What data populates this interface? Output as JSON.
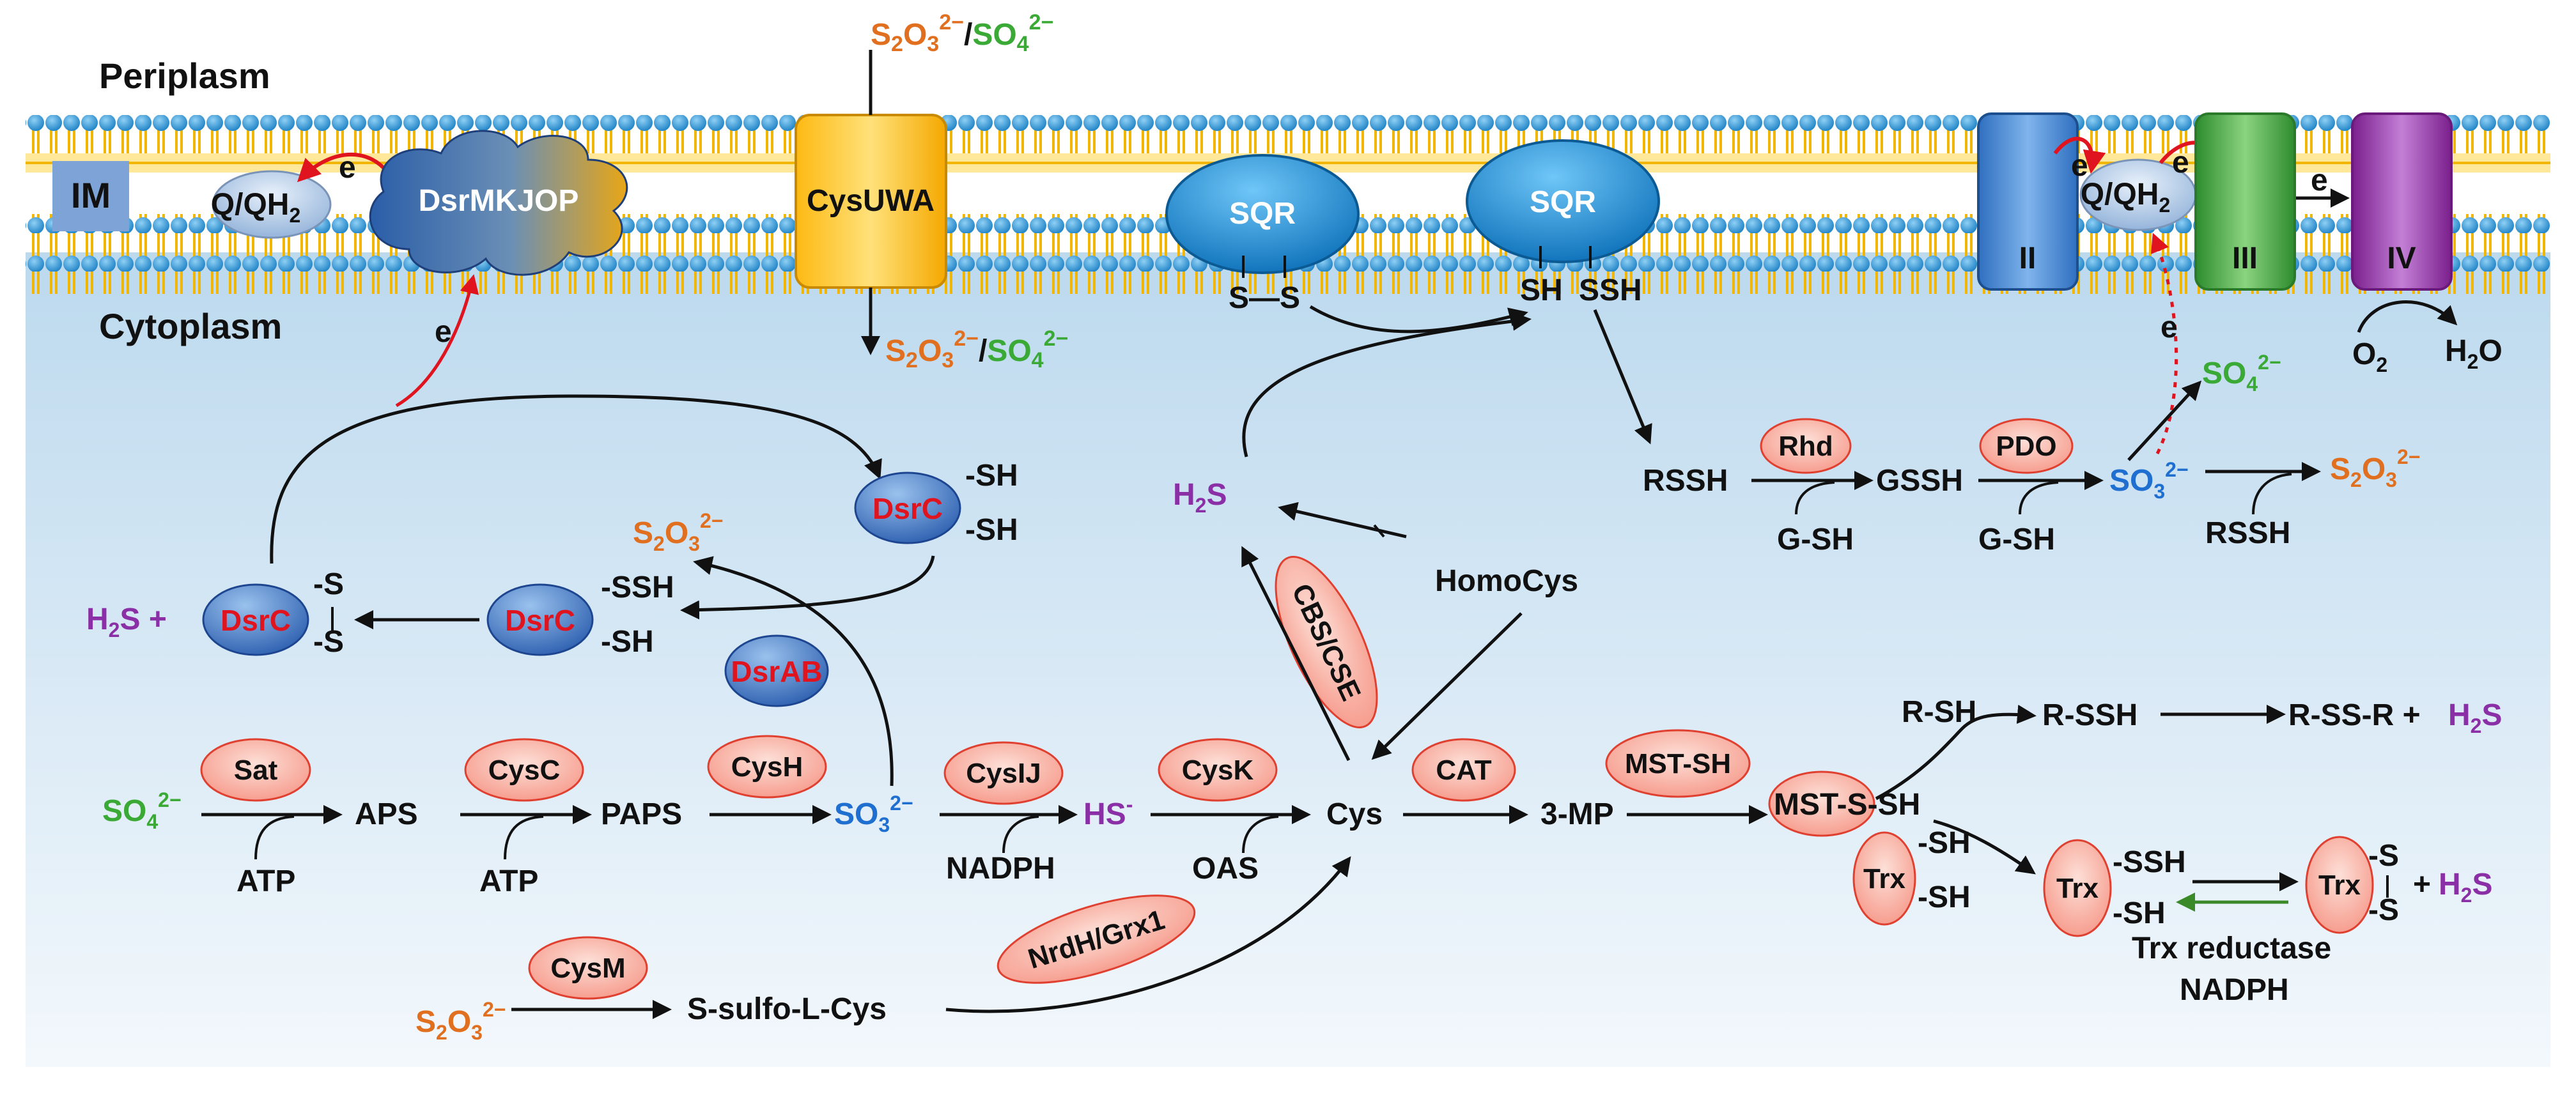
{
  "compartments": {
    "periplasm": "Periplasm",
    "cytoplasm": "Cytoplasm",
    "im": "IM"
  },
  "membrane": {
    "quinone": "Q/QH",
    "quinone_sub": "2",
    "dsrmkjop": "DsrMKJOP",
    "cysuwa": "CysUWA",
    "sqr1": "SQR",
    "sqr2": "SQR",
    "sqr1_state": "S—S",
    "sqr2_sh": "SH",
    "sqr2_ssh": "SSH",
    "complex2": "II",
    "complex3": "III",
    "complex4": "IV",
    "quinone2": "Q/QH",
    "quinone2_sub": "2"
  },
  "electrons": {
    "e": "e"
  },
  "dsr_cycle": {
    "dsrc": "DsrC",
    "dsrab": "DsrAB",
    "sh": "-SH",
    "ssh": "-SSH",
    "s": "-S",
    "h2s_plus": "H",
    "h2s_plus_rest": "S  +",
    "thiosulfate": "S"
  },
  "assimilation": {
    "so4": "SO",
    "so4_sub": "4",
    "so4_sup": "2−",
    "aps": "APS",
    "paps": "PAPS",
    "so3": "SO",
    "so3_sub": "3",
    "so3_sup": "2−",
    "hs": "HS",
    "hs_sup": "-",
    "cys": "Cys",
    "mp3": "3-MP",
    "mst_s_sh": "MST-S-SH",
    "atp1": "ATP",
    "atp2": "ATP",
    "nadph": "NADPH",
    "oas": "OAS",
    "sat": "Sat",
    "cysc": "CysC",
    "cysh": "CysH",
    "cysij": "CysIJ",
    "cysk": "CysK",
    "cat": "CAT",
    "mstsh": "MST-SH",
    "cbs_cse": "CBS/CSE",
    "nrdh": "NrdH/Grx1",
    "cysm": "CysM",
    "s_sulfo": "S-sulfo-L-Cys",
    "h2s": "H",
    "h2s_rest": "S",
    "homocys": "HomoCys"
  },
  "transport": {
    "s2o3": "S",
    "s2o3_sub1": "2",
    "s2o3_o": "O",
    "s2o3_sub2": "3",
    "s2o3_sup": "2−",
    "slash": "/",
    "so4": "SO",
    "so4_sub": "4",
    "so4_sup": "2−"
  },
  "oxidation": {
    "rssh": "RSSH",
    "gssh": "GSSH",
    "gsh1": "G-SH",
    "gsh2": "G-SH",
    "rhd": "Rhd",
    "pdo": "PDO",
    "rssh2": "RSSH",
    "o2": "O",
    "o2_sub": "2",
    "h2o": "H",
    "h2o_rest": "O"
  },
  "persulfide": {
    "rsh": "R-SH",
    "rssh": "R-SSH",
    "rssr": "R-SS-R +",
    "trx": "Trx",
    "sh": "-SH",
    "ssh": "-SSH",
    "s": "-S",
    "s2": "-S",
    "plus": "+",
    "trx_reductase": "Trx reductase",
    "nadph": "NADPH"
  },
  "colors": {
    "h2s": "#8b2fa6",
    "sulfate": "#3aa935",
    "sulfite": "#1f6fd1",
    "thiosulfate": "#e07020",
    "cys": "#e0141e",
    "enzyme_fill": "#f8a89a",
    "enzyme_stroke": "#e04030"
  }
}
